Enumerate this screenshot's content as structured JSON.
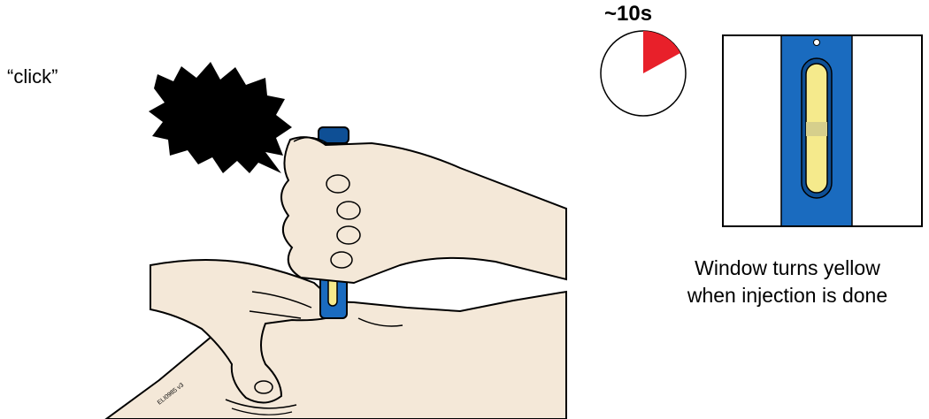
{
  "sound_label": "“click”",
  "timer": {
    "label": "~10s",
    "elapsed_fraction": 0.17,
    "colors": {
      "elapsed": "#e8202a",
      "face": "#ffffff",
      "outline": "#000000"
    }
  },
  "caption": {
    "line1": "Window turns yellow",
    "line2": "when injection is done"
  },
  "figure_code": "ELI0985 v3",
  "colors": {
    "skin": "#f4e8d8",
    "pen_blue": "#1a6bbf",
    "pen_dark": "#0e4f95",
    "window_yellow": "#f5ea8c",
    "burst": "#000000"
  },
  "icons": [
    "sound-burst-icon",
    "timer-clock-icon",
    "injector-pen-icon"
  ]
}
